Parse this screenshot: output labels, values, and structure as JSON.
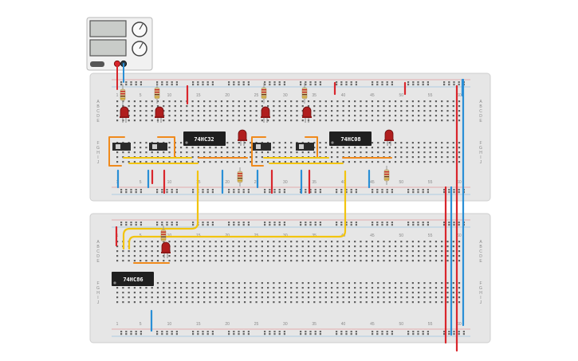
{
  "power_supply": {
    "display_1": "",
    "display_2": "",
    "output_button_label": "",
    "output_button_state": "off"
  },
  "breadboard_top": {
    "column_numbers": [
      "1",
      "5",
      "10",
      "15",
      "20",
      "25",
      "30",
      "35",
      "40",
      "45",
      "50",
      "55",
      "60"
    ],
    "row_letters_upper": [
      "A",
      "B",
      "C",
      "D",
      "E"
    ],
    "row_letters_lower": [
      "F",
      "G",
      "H",
      "I",
      "J"
    ]
  },
  "breadboard_bottom": {
    "column_numbers": [
      "1",
      "5",
      "10",
      "15",
      "20",
      "25",
      "30",
      "35",
      "40",
      "45",
      "50",
      "55",
      "60"
    ],
    "row_letters_upper": [
      "A",
      "B",
      "C",
      "D",
      "E"
    ],
    "row_letters_lower": [
      "F",
      "G",
      "H",
      "I",
      "J"
    ]
  },
  "chips": {
    "or_gate": "74HC32",
    "and_gate": "74HC08",
    "xor_gate": "74HC86"
  },
  "colors": {
    "wire_red": "#d9262c",
    "wire_blue": "#2a8fd6",
    "wire_yellow": "#f2c40f",
    "wire_orange": "#f08a1c",
    "led_red": "#b01e1e",
    "chip_body": "#1f1f1f",
    "breadboard": "#e6e6e6"
  }
}
